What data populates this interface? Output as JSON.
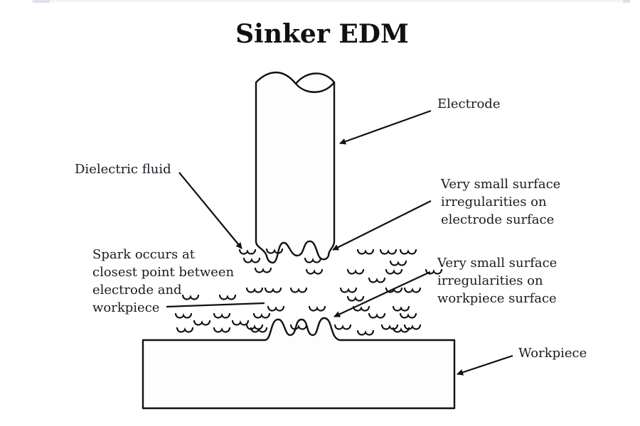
{
  "title": "Sinker EDM",
  "labels": {
    "electrode": [
      "Electrode"
    ],
    "dielectric_fluid": [
      "Dielectric fluid"
    ],
    "electrode_irregularities": [
      "Very small surface",
      "irregularities on",
      "electrode surface"
    ],
    "spark": [
      "Spark occurs at",
      "closest point between",
      "electrode and",
      "workpiece"
    ],
    "workpiece_irregularities": [
      "Very small surface",
      "irregularities on",
      "workpiece surface"
    ],
    "workpiece": [
      "Workpiece"
    ]
  },
  "colors": {
    "line": "#111111",
    "text": "#1a1a24",
    "background": "#ffffff"
  }
}
